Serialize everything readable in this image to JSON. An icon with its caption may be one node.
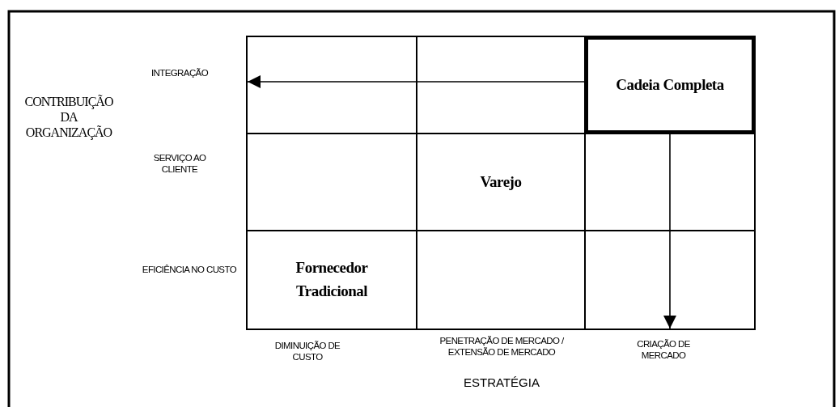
{
  "diagram": {
    "nodes": [
      {
        "text": [],
        "shape": "box"
      },
      {
        "text": [
          "Cadeia Completa"
        ],
        "in": 0
      },
      {
        "text": [
          "Varejo"
        ],
        "in": 0
      },
      {
        "text": [
          "Fornecedor Tradicional"
        ],
        "in": 0
      }
    ],
    "edges": [
      {
        "from": 1,
        "to": 0,
        "arrow": "to"
      },
      {
        "from": 1,
        "to": 0,
        "arrow": "to"
      }
    ],
    "labels": [
      "INTEGRAÇÃO",
      "CONTRIBUIÇÃO DA ORGANIZAÇÃO",
      "SERVIÇO AO CLIENTE",
      "EFICIÊNCIA NO CUSTO",
      "DIMINUIÇÃO DE CUSTO",
      "PENETRAÇÃO DE MERCADO / EXTENSÃO DE MERCADO",
      "CRIAÇÃO DE MERCADO",
      "ESTRATÉGIA"
    ]
  }
}
